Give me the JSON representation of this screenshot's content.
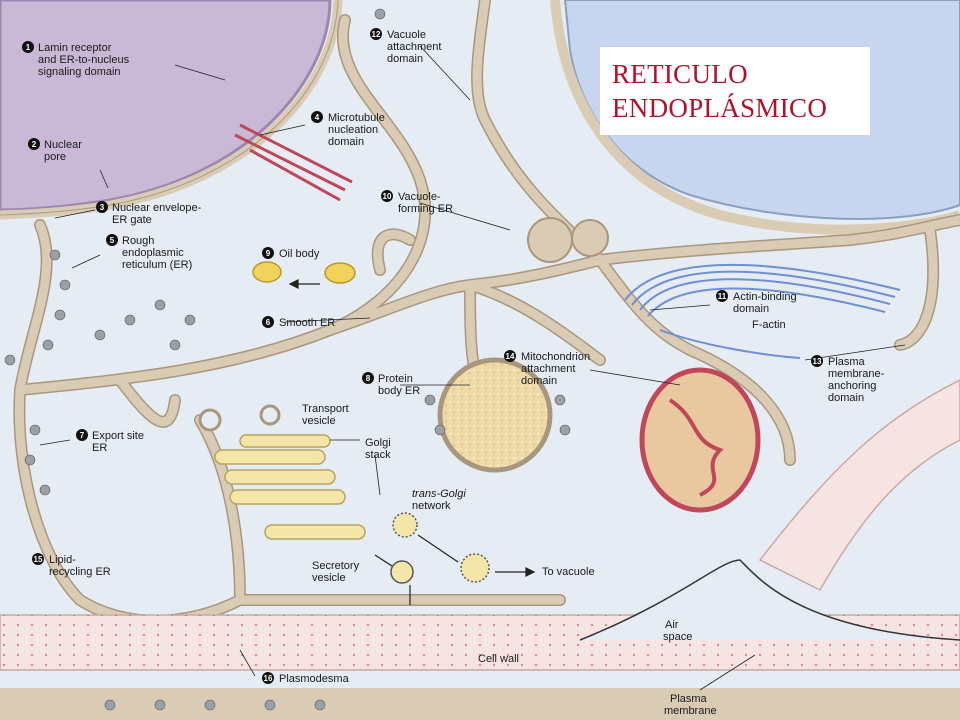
{
  "title": {
    "line1": "RETICULO",
    "line2": "ENDOPLÁSMICO"
  },
  "colors": {
    "title_text": "#b0122a",
    "nucleus": "#c9b8d6",
    "vacuole": "#c7d6ee",
    "er_membrane": "#d9cbb4",
    "cell_wall": "#f6e4e2",
    "ribosome": "#9aa0a6",
    "golgi": "#f3e6a8",
    "mitochondrion": "#e9c79f",
    "actin": "#6e8fd1"
  },
  "labels": {
    "l1": {
      "num": "1",
      "lines": [
        "Lamin receptor",
        "and ER-to-nucleus",
        "signaling domain"
      ]
    },
    "l2": {
      "num": "2",
      "lines": [
        "Nuclear",
        "pore"
      ]
    },
    "l3": {
      "num": "3",
      "lines": [
        "Nuclear envelope-",
        "ER gate"
      ]
    },
    "l4": {
      "num": "4",
      "lines": [
        "Microtubule",
        "nucleation",
        "domain"
      ]
    },
    "l5": {
      "num": "5",
      "lines": [
        "Rough",
        "endoplasmic",
        "reticulum (ER)"
      ]
    },
    "l6": {
      "num": "6",
      "lines": [
        "Smooth ER"
      ]
    },
    "l7": {
      "num": "7",
      "lines": [
        "Export site",
        "ER"
      ]
    },
    "l8": {
      "num": "8",
      "lines": [
        "Protein",
        "body ER"
      ]
    },
    "l9": {
      "num": "9",
      "lines": [
        "Oil body"
      ]
    },
    "l10": {
      "num": "10",
      "lines": [
        "Vacuole-",
        "forming ER"
      ]
    },
    "l11": {
      "num": "11",
      "lines": [
        "Actin-binding",
        "domain"
      ]
    },
    "l12": {
      "num": "12",
      "lines": [
        "Vacuole",
        "attachment",
        "domain"
      ]
    },
    "l13": {
      "num": "13",
      "lines": [
        "Plasma",
        "membrane-",
        "anchoring",
        "domain"
      ]
    },
    "l14": {
      "num": "14",
      "lines": [
        "Mitochondrion",
        "attachment",
        "domain"
      ]
    },
    "l15": {
      "num": "15",
      "lines": [
        "Lipid-",
        "recycling ER"
      ]
    },
    "l16": {
      "num": "16",
      "lines": [
        "Plasmodesma"
      ]
    }
  },
  "plain_labels": {
    "factin": "F-actin",
    "transport_vesicle": [
      "Transport",
      "vesicle"
    ],
    "golgi_stack": [
      "Golgi",
      "stack"
    ],
    "trans_golgi": [
      "trans-Golgi",
      "network"
    ],
    "secretory_vesicle": [
      "Secretory",
      "vesicle"
    ],
    "to_vacuole": "To vacuole",
    "air_space": [
      "Air",
      "space"
    ],
    "cell_wall": "Cell wall",
    "plasma_membrane": [
      "Plasma",
      "membrane"
    ]
  }
}
